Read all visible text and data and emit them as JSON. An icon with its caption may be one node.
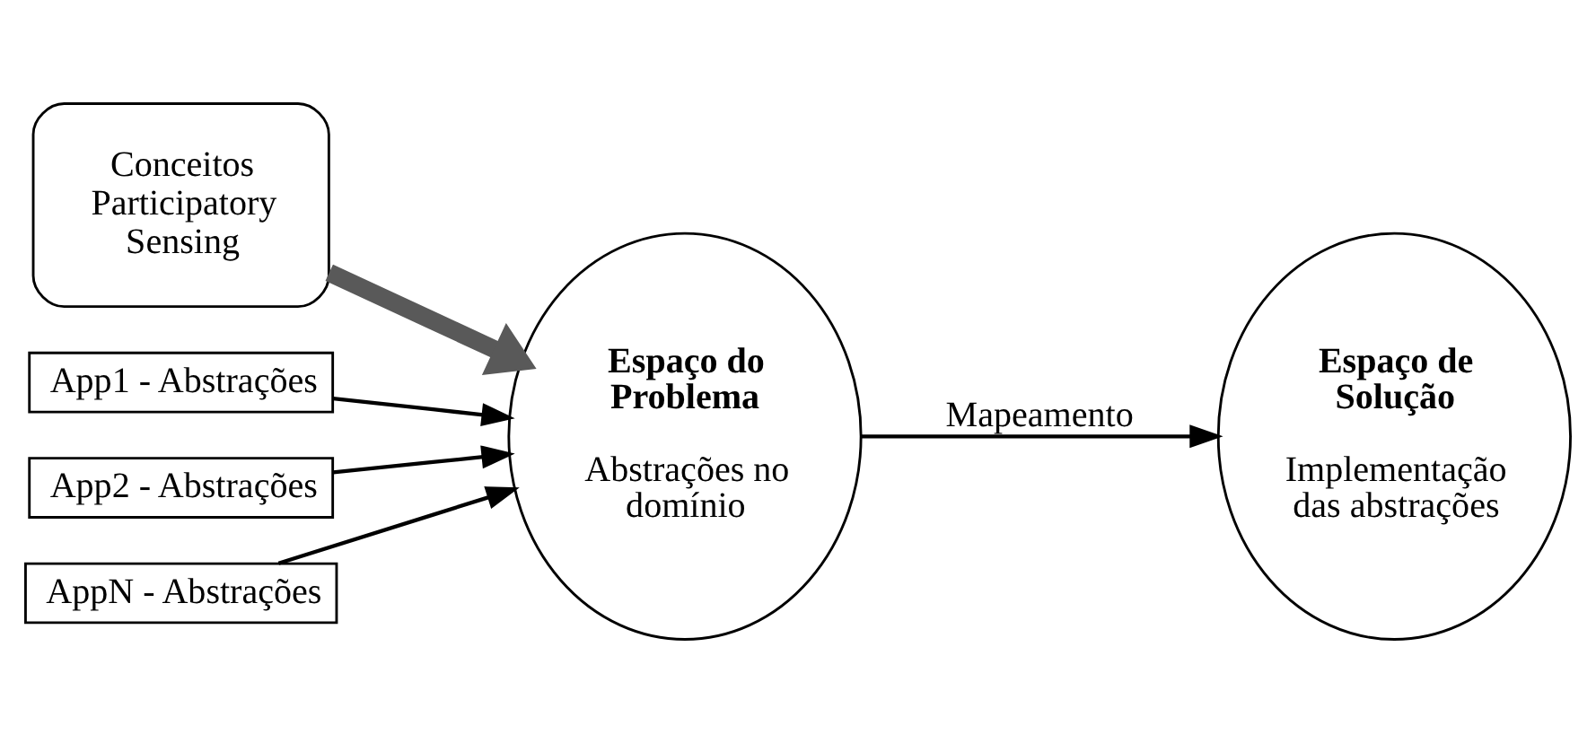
{
  "diagram": {
    "nodes": [
      {
        "text": [
          "Conceitos Participatory Sensing"
        ]
      },
      {
        "text": [
          "Espaço do Problema",
          "Abstrações no domínio"
        ]
      },
      {
        "text": [
          "Espaço de Solução",
          "Implementação das abstrações"
        ]
      },
      {
        "text": [
          "App1 - Abstrações"
        ]
      },
      {
        "text": [
          "App2 - Abstrações"
        ]
      },
      {
        "text": [
          "AppN - Abstrações"
        ]
      }
    ],
    "edges": [
      {
        "from": 0,
        "to": 1,
        "arrow": "to",
        "style": "thick",
        "color": "#595959"
      },
      {
        "from": 1,
        "to": 2,
        "arrow": "to",
        "label": "Mapeamento"
      },
      {
        "from": 3,
        "to": 1,
        "arrow": "to"
      },
      {
        "from": 4,
        "to": 1,
        "arrow": "to"
      },
      {
        "from": 5,
        "to": 1,
        "arrow": "to"
      }
    ]
  }
}
